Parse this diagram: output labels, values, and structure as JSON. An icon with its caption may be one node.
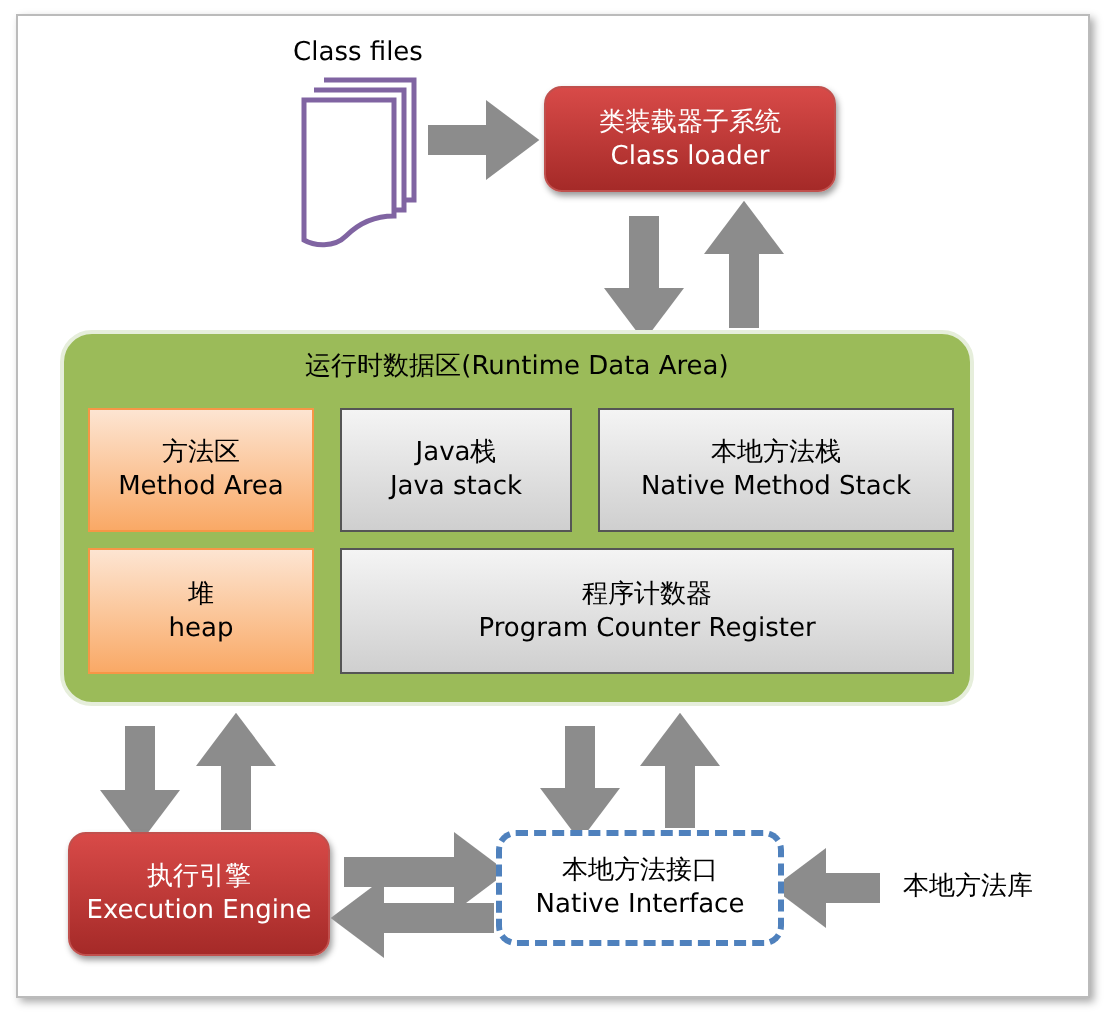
{
  "diagram": {
    "nodes": [
      {
        "text": [
          "Class files"
        ]
      },
      {
        "text": [
          "类装载器子系统",
          "Class loader"
        ]
      },
      {
        "text": [
          "运行时数据区(Runtime Data Area)"
        ]
      },
      {
        "text": [
          "方法区",
          "Method Area"
        ],
        "in": 2
      },
      {
        "text": [
          "Java栈",
          "Java stack"
        ],
        "in": 2
      },
      {
        "text": [
          "本地方法栈",
          "Native Method Stack"
        ],
        "in": 2
      },
      {
        "text": [
          "堆",
          "heap"
        ],
        "in": 2
      },
      {
        "text": [
          "程序计数器",
          "Program Counter Register"
        ],
        "in": 2
      },
      {
        "text": [
          "执行引擎",
          "Execution Engine"
        ]
      },
      {
        "text": [
          "本地方法接口",
          "Native Interface"
        ]
      },
      {
        "text": [
          "本地方法库"
        ]
      }
    ],
    "edges": [
      {
        "from": 0,
        "to": 1,
        "arrow": "to"
      },
      {
        "from": 1,
        "to": 2,
        "arrow": "to"
      },
      {
        "from": 2,
        "to": 1,
        "arrow": "to"
      },
      {
        "from": 2,
        "to": 8,
        "arrow": "to"
      },
      {
        "from": 8,
        "to": 2,
        "arrow": "to"
      },
      {
        "from": 2,
        "to": 9,
        "arrow": "to"
      },
      {
        "from": 9,
        "to": 2,
        "arrow": "to"
      },
      {
        "from": 8,
        "to": 9,
        "arrow": "to"
      },
      {
        "from": 9,
        "to": 8,
        "arrow": "to"
      },
      {
        "from": 10,
        "to": 9,
        "arrow": "to"
      }
    ]
  }
}
